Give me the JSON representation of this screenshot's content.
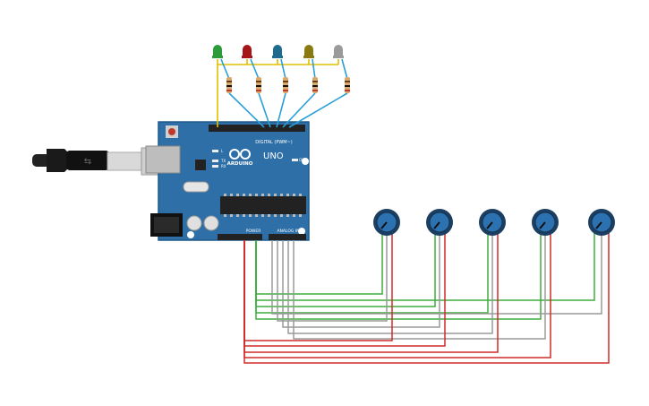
{
  "board": {
    "logo_text": "ARDUINO",
    "model": "UNO",
    "digital_header_label": "DIGITAL (PWM~)",
    "power_label": "POWER",
    "analog_label": "ANALOG IN",
    "on_label": "ON",
    "tx_label": "TX",
    "rx_label": "RX",
    "l_label": "L"
  },
  "leds": [
    {
      "color": "#2e9b3a"
    },
    {
      "color": "#a4161a"
    },
    {
      "color": "#1f6b8f"
    },
    {
      "color": "#8a7a12"
    },
    {
      "color": "#9a9a9a"
    }
  ],
  "potentiometers": [
    {
      "id": "pot-1"
    },
    {
      "id": "pot-2"
    },
    {
      "id": "pot-3"
    },
    {
      "id": "pot-4"
    },
    {
      "id": "pot-5"
    }
  ],
  "colors": {
    "board": "#2d6fa6",
    "board_dark": "#1f5a8a",
    "wire_5v": "#d12b2b",
    "wire_gnd": "#3fae3f",
    "wire_signal": "#9a9a9a",
    "wire_digital": "#2a9fd6",
    "wire_ground_leds": "#e0c000",
    "pot_body": "#2c71b0"
  }
}
